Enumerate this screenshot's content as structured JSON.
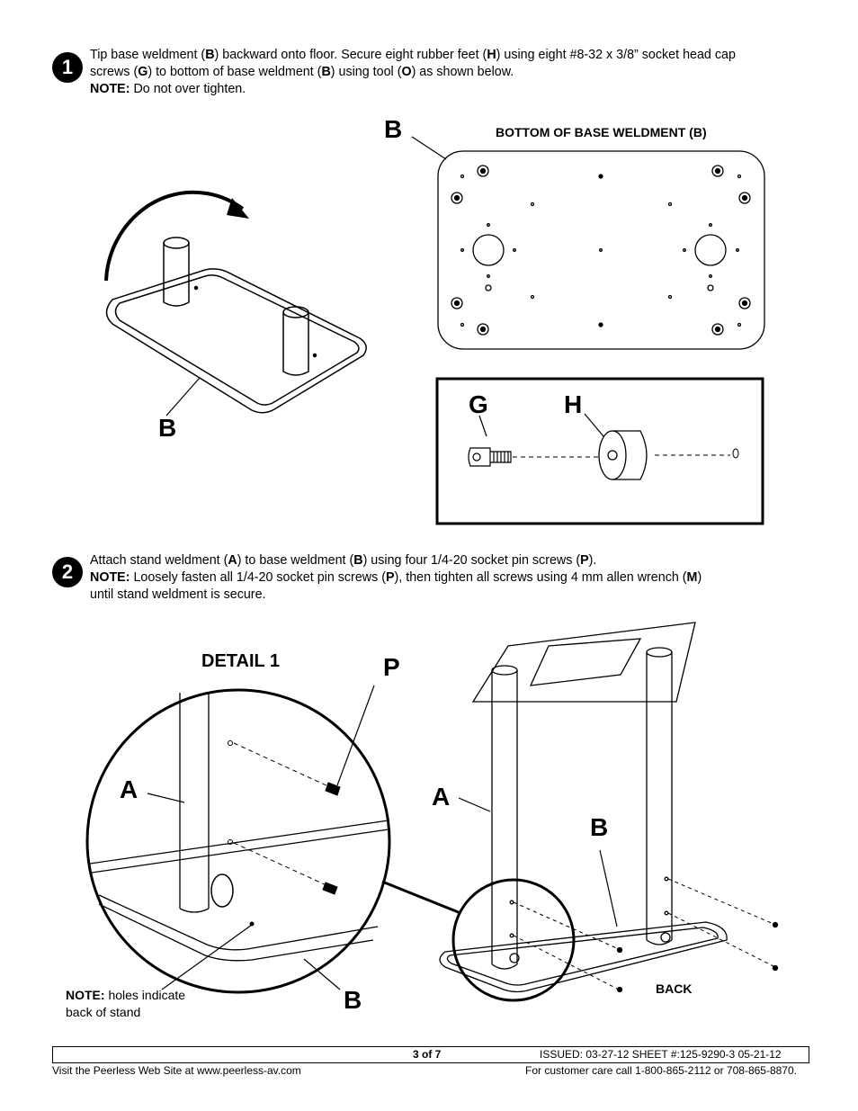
{
  "step1": {
    "number": "1",
    "line1": [
      "Tip base weldment (",
      "B",
      ") backward onto floor. Secure eight rubber feet (",
      "H",
      ") using eight #8-32 x 3/8” socket head cap"
    ],
    "line2": [
      "screws (",
      "G",
      ") to bottom of base weldment (",
      "B",
      ") using tool (",
      "O",
      ") as shown below."
    ],
    "note_label": "NOTE:",
    "note_text": " Do not over tighten."
  },
  "fig1": {
    "label_b_top": "B",
    "label_b_left": "B",
    "bottom_caption": "BOTTOM OF BASE WELDMENT (B)",
    "label_g": "G",
    "label_h": "H"
  },
  "step2": {
    "number": "2",
    "line1": [
      "Attach stand weldment (",
      "A",
      ") to base weldment (",
      "B",
      ") using four 1/4-20 socket pin screws (",
      "P",
      ")."
    ],
    "line2": [
      "NOTE:",
      " Loosely fasten all 1/4-20 socket pin screws (",
      "P",
      "), then tighten all screws using 4 mm allen wrench (",
      "M",
      ")"
    ],
    "line3": "until stand weldment is secure."
  },
  "fig2": {
    "detail_title": "DETAIL 1",
    "label_p": "P",
    "label_a_detail": "A",
    "label_a_main": "A",
    "label_b_main": "B",
    "label_b_detail": "B",
    "back_label": "BACK",
    "note_label": "NOTE:",
    "note_line1": " holes indicate",
    "note_line2": "back of stand"
  },
  "footer": {
    "page": "3 of 7",
    "issued": "ISSUED: 03-27-12  SHEET #:125-9290-3  05-21-12",
    "website": "Visit the Peerless Web Site at www.peerless-av.com",
    "care": "For customer care call 1-800-865-2112 or 708-865-8870."
  }
}
